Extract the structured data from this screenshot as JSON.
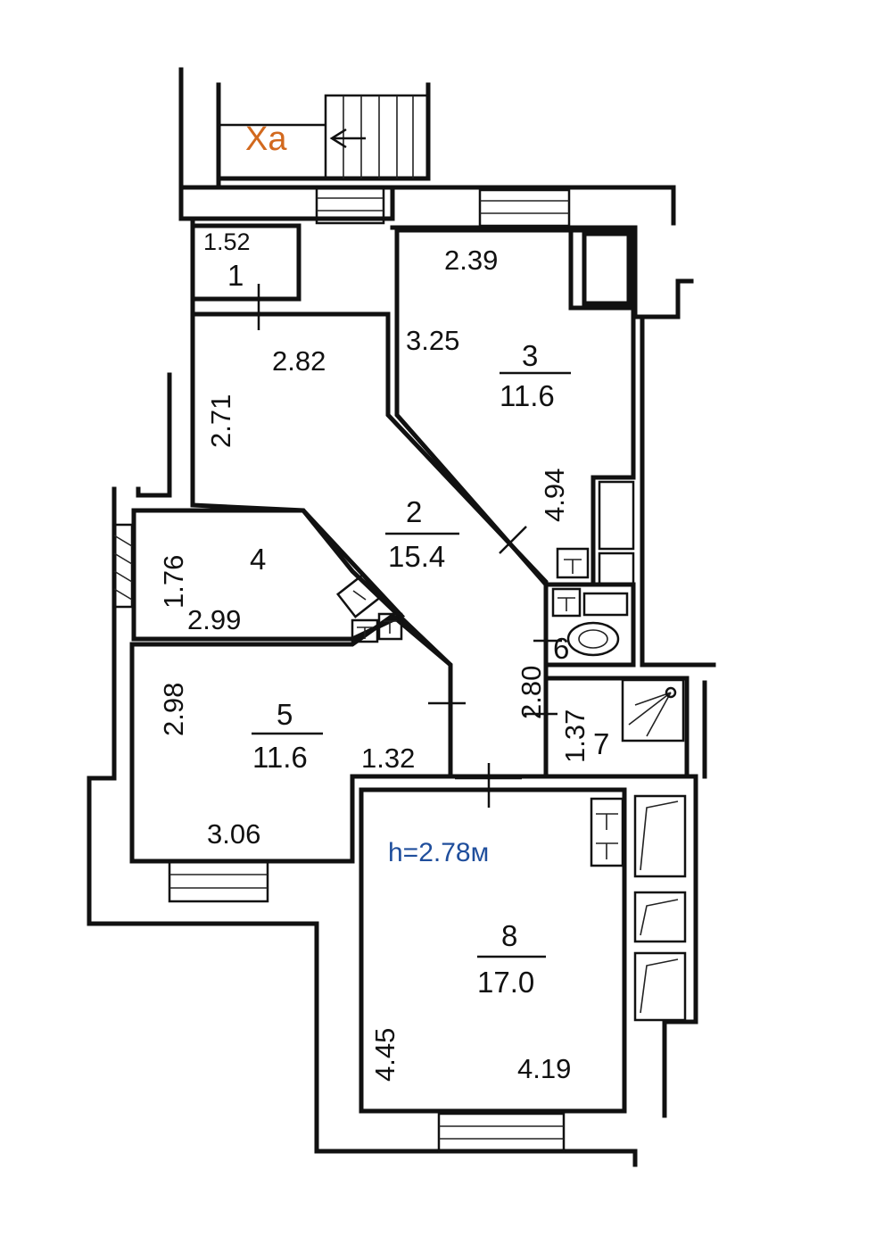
{
  "colors": {
    "line": "#111111",
    "stair_label": "#d2691e",
    "height_note": "#1f4e9c",
    "background": "#ffffff"
  },
  "stair": {
    "label": "Ха",
    "arrow_icon": "stair-direction-arrow-icon"
  },
  "height_note": "h=2.78м",
  "rooms": {
    "r1": {
      "number": "1",
      "dims": [
        "1.52"
      ]
    },
    "r2": {
      "number": "2",
      "area": "15.4",
      "dims": [
        "2.82",
        "2.71",
        "2.80"
      ]
    },
    "r3": {
      "number": "3",
      "area": "11.6",
      "dims": [
        "2.39",
        "3.25",
        "4.94"
      ]
    },
    "r4": {
      "number": "4",
      "dims": [
        "1.76",
        "2.99"
      ]
    },
    "r5": {
      "number": "5",
      "area": "11.6",
      "dims": [
        "2.98",
        "1.32",
        "3.06"
      ]
    },
    "r6": {
      "number": "6"
    },
    "r7": {
      "number": "7",
      "dims": [
        "1.37"
      ]
    },
    "r8": {
      "number": "8",
      "area": "17.0",
      "dims": [
        "4.45",
        "4.19"
      ]
    }
  }
}
